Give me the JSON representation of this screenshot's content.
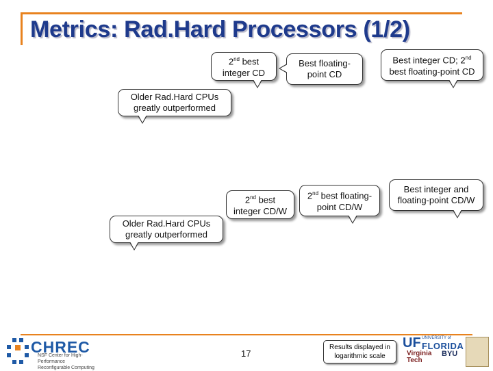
{
  "slide": {
    "title": "Metrics: Rad.Hard Processors (1/2)",
    "page_number": "17",
    "note": [
      "Results displayed in",
      "logarithmic scale"
    ]
  },
  "callouts": {
    "second_best_integer_cd": [
      "2",
      "nd",
      " best",
      "integer CD"
    ],
    "best_floating_point_cd": [
      "Best floating-",
      "point CD"
    ],
    "best_integer_cd_second_fp_cd": [
      "Best integer CD; 2",
      "nd",
      "best floating-point CD"
    ],
    "older_cpus_cd": [
      "Older Rad.Hard CPUs",
      "greatly outperformed"
    ],
    "second_best_integer_cdw": [
      "2",
      "nd",
      " best",
      "integer CD/W"
    ],
    "second_best_floating_point_cdw": [
      "2",
      "nd",
      " best floating-",
      "point CD/W"
    ],
    "best_integer_fp_cdw": [
      "Best integer and",
      "floating-point CD/W"
    ],
    "older_cpus_cdw": [
      "Older Rad.Hard CPUs",
      "greatly outperformed"
    ]
  },
  "logos": {
    "chrec": {
      "name": "CHREC",
      "sub": [
        "NSF Center for High-Performance",
        "Reconfigurable Computing"
      ]
    },
    "uf": {
      "mark": "UF",
      "line": "UNIVERSITY of",
      "name": "FLORIDA"
    },
    "vt": [
      "Virginia",
      "Tech"
    ],
    "byu": "BYU"
  },
  "colors": {
    "title": "#1e3a8c",
    "accent": "#e8821e",
    "chrec": "#1f5aa6"
  }
}
